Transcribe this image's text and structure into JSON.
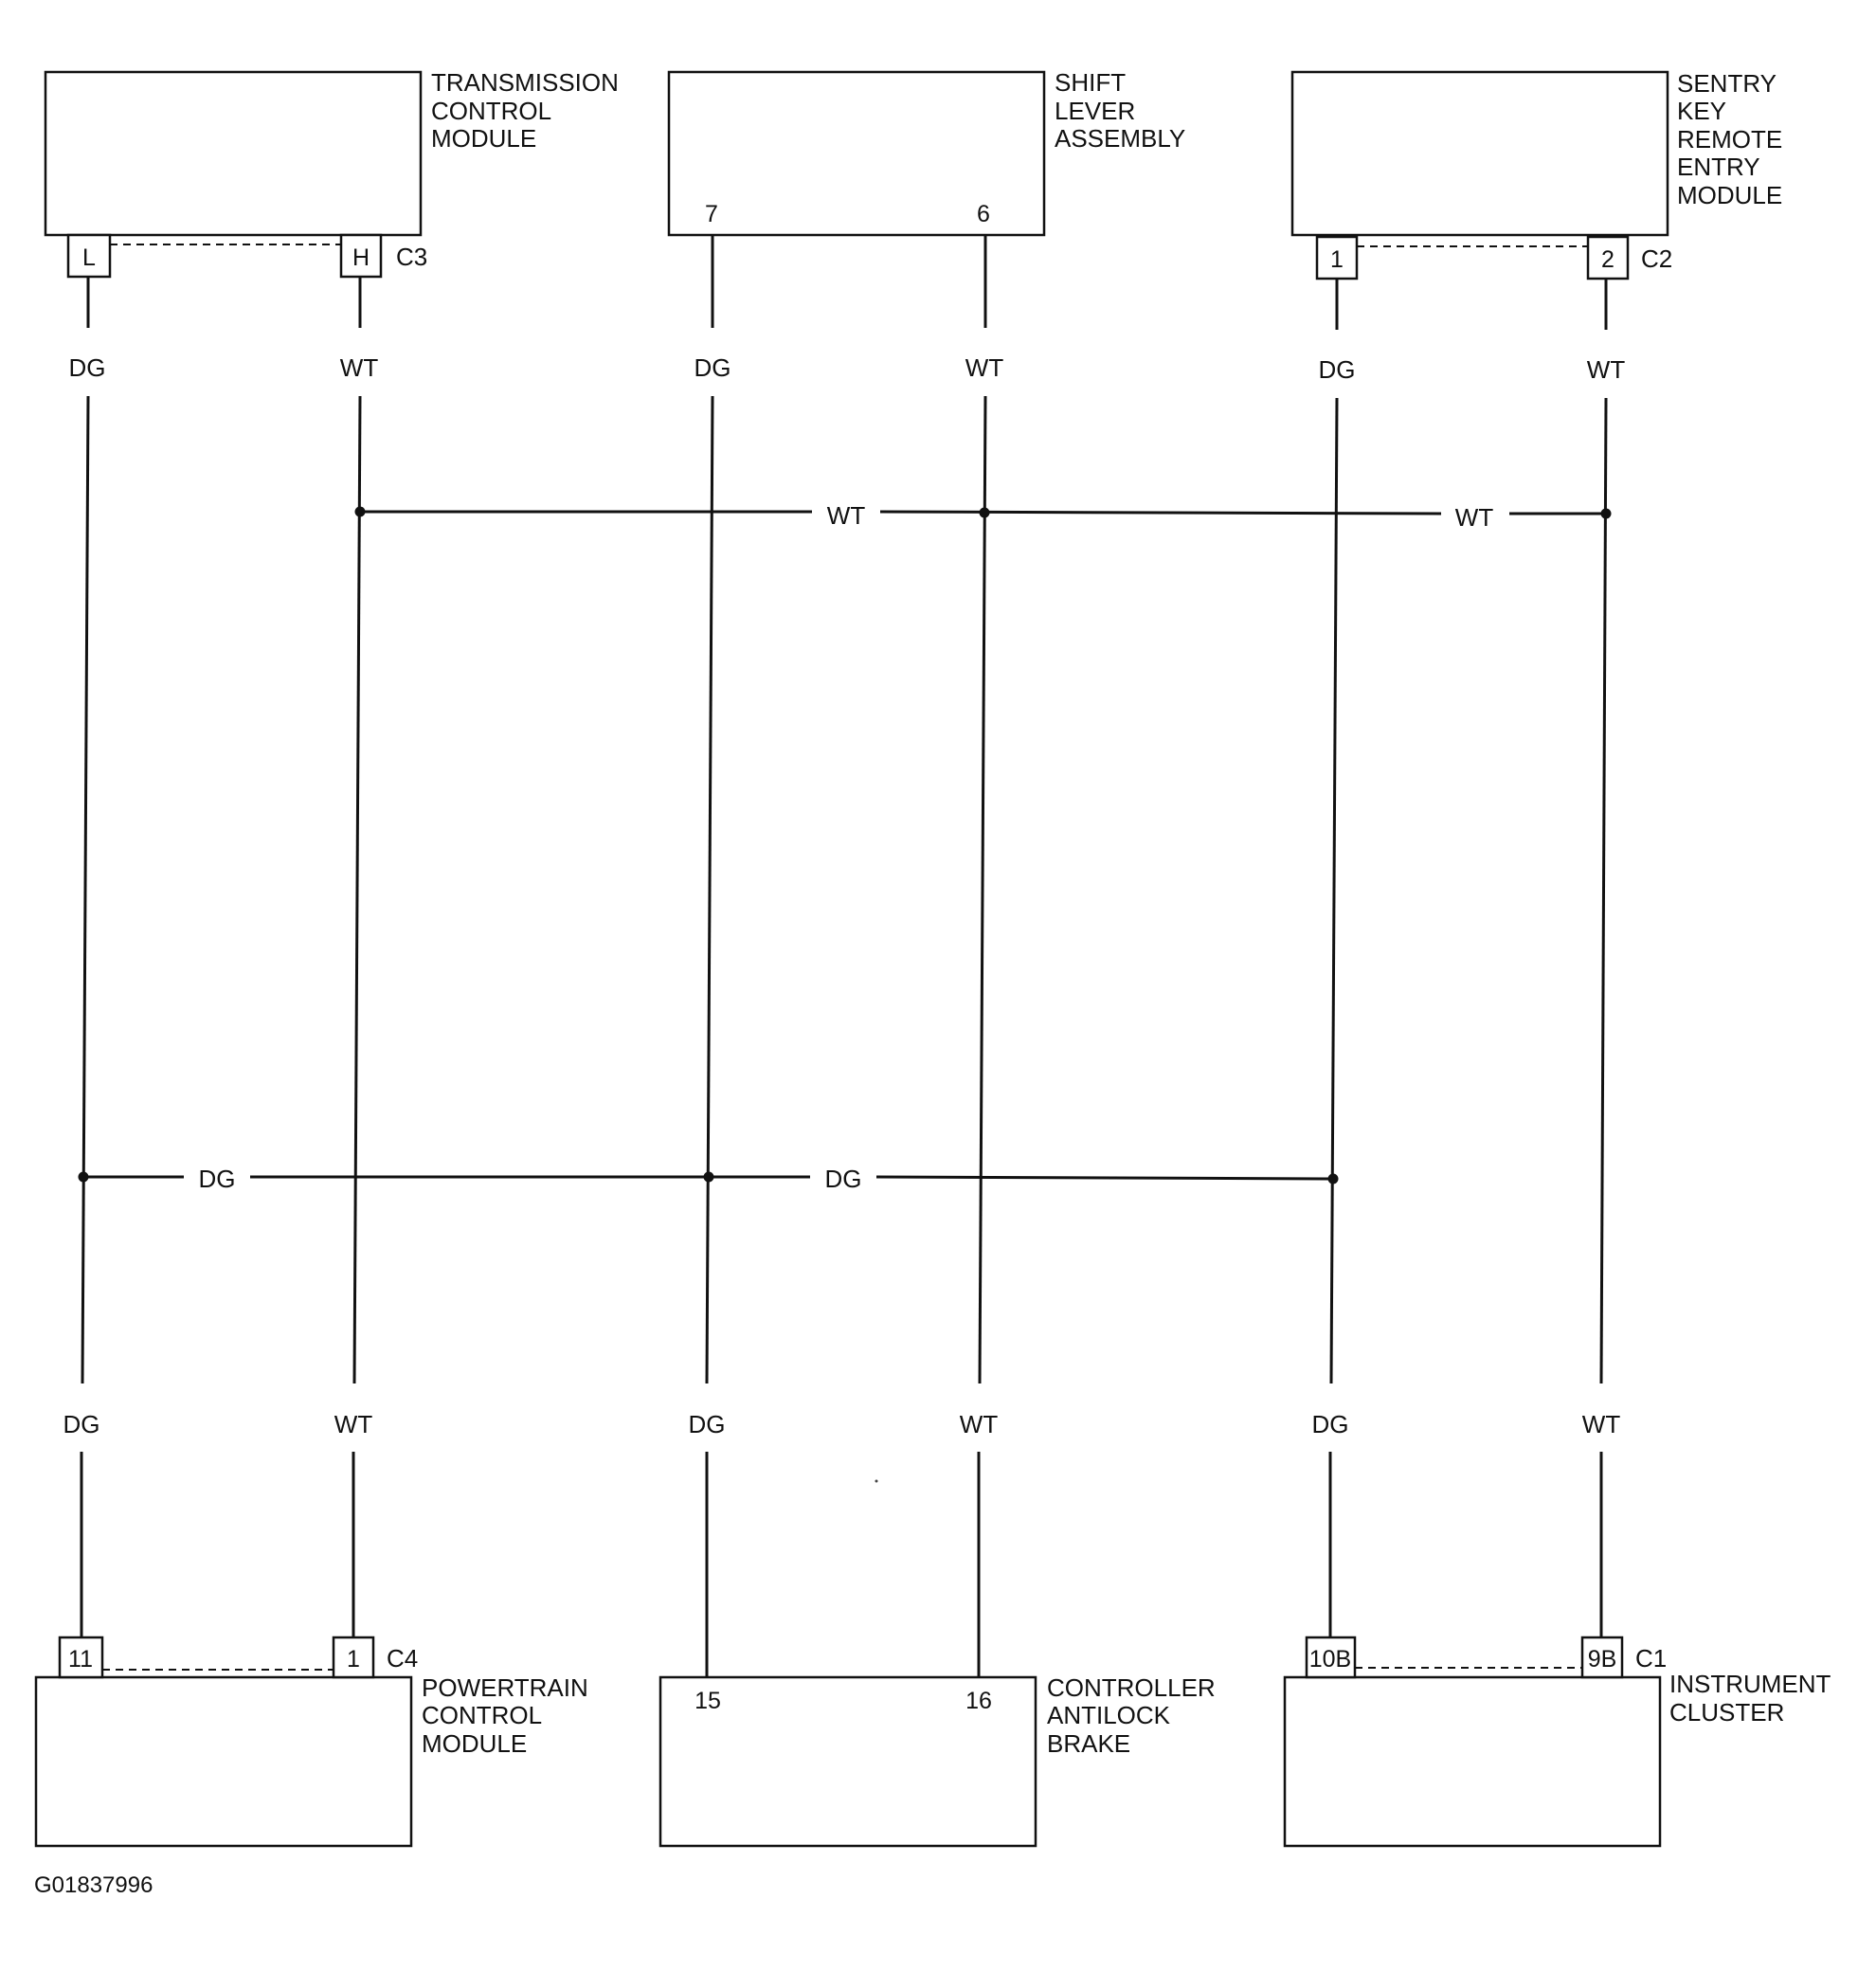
{
  "modules": {
    "tcm": {
      "lines": [
        "TRANSMISSION",
        "CONTROL",
        "MODULE"
      ],
      "connector": "C3",
      "pins": [
        "L",
        "H"
      ]
    },
    "shift": {
      "lines": [
        "SHIFT",
        "LEVER",
        "ASSEMBLY"
      ],
      "pins": [
        "7",
        "6"
      ]
    },
    "skrem": {
      "lines": [
        "SENTRY",
        "KEY",
        "REMOTE",
        "ENTRY",
        "MODULE"
      ],
      "connector": "C2",
      "pins": [
        "1",
        "2"
      ]
    },
    "pcm": {
      "lines": [
        "POWERTRAIN",
        "CONTROL",
        "MODULE"
      ],
      "connector": "C4",
      "pins": [
        "11",
        "1"
      ]
    },
    "cab": {
      "lines": [
        "CONTROLLER",
        "ANTILOCK",
        "BRAKE"
      ],
      "pins": [
        "15",
        "16"
      ]
    },
    "ic": {
      "lines": [
        "INSTRUMENT",
        "CLUSTER"
      ],
      "connector": "C1",
      "pins": [
        "10B",
        "9B"
      ]
    }
  },
  "wires": {
    "dg": "DG",
    "wt": "WT"
  },
  "figure_code": "G01837996"
}
